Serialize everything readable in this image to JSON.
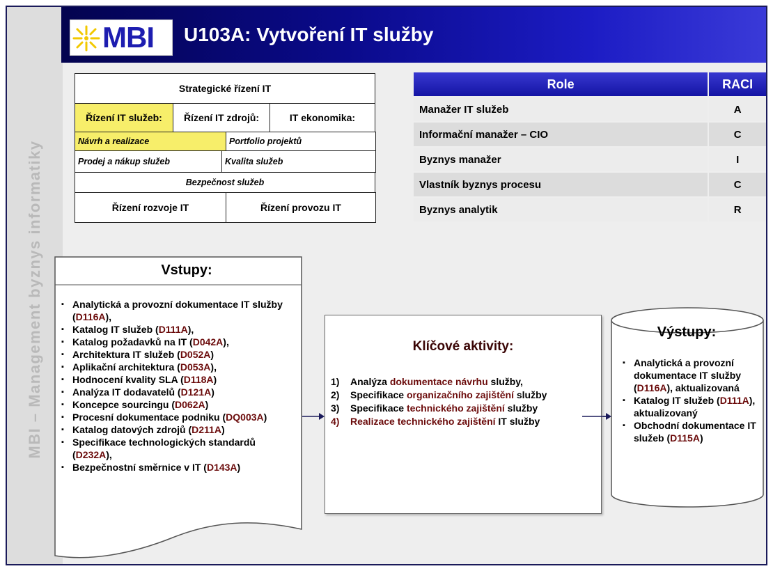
{
  "sidebar": {
    "text": "MBI – Management byznys informatiky"
  },
  "header": {
    "logo_text": "MBI",
    "title": "U103A: Vytvoření IT služby"
  },
  "process_map": {
    "strategic": "Strategické řízení IT",
    "rizeni_sluzeb": "Řízení IT služeb:",
    "rizeni_zdroju": "Řízení IT zdrojů:",
    "it_ekonomika": "IT ekonomika:",
    "navrh": "Návrh a realizace",
    "portfolio": "Portfolio projektů",
    "prodej": "Prodej a nákup služeb",
    "kvalita": "Kvalita služeb",
    "bezpecnost": "Bezpečnost služeb",
    "rozvoj": "Řízení rozvoje IT",
    "provoz": "Řízení provozu IT"
  },
  "raci": {
    "header_role": "Role",
    "header_raci": "RACI",
    "rows": [
      {
        "role": "Manažer IT služeb",
        "raci": "A"
      },
      {
        "role": "Informační manažer – CIO",
        "raci": "C"
      },
      {
        "role": "Byznys manažer",
        "raci": "I"
      },
      {
        "role": "Vlastník byznys procesu",
        "raci": "C"
      },
      {
        "role": "Byznys analytik",
        "raci": "R"
      }
    ]
  },
  "inputs": {
    "title": "Vstupy:",
    "items": [
      {
        "text": "Analytická  a provozní dokumentace IT služby (",
        "code": "D116A",
        "suffix": "),"
      },
      {
        "text": "Katalog IT služeb (",
        "code": "D111A",
        "suffix": "),"
      },
      {
        "text": "Katalog požadavků na IT (",
        "code": "D042A",
        "suffix": "),"
      },
      {
        "text": "Architektura IT služeb (",
        "code": "D052A",
        "suffix": ")"
      },
      {
        "text": "Aplikační  architektura (",
        "code": "D053A",
        "suffix": "),"
      },
      {
        "text": "Hodnocení kvality SLA (",
        "code": "D118A",
        "suffix": ")"
      },
      {
        "text": "Analýza IT dodavatelů (",
        "code": "D121A",
        "suffix": ")"
      },
      {
        "text": "Koncepce sourcingu (",
        "code": "D062A",
        "suffix": ")"
      },
      {
        "text": "Procesní dokumentace podniku (",
        "code": "DQ003A",
        "suffix": ")"
      },
      {
        "text": "Katalog datových zdrojů (",
        "code": "D211A",
        "suffix": ")"
      },
      {
        "text": "Specifikace technologických standardů (",
        "code": "D232A",
        "suffix": "),"
      },
      {
        "text": "Bezpečnostní směrnice v IT (",
        "code": "D143A",
        "suffix": ")"
      }
    ]
  },
  "activities": {
    "title": "Klíčové aktivity:",
    "items": [
      {
        "num": "1)",
        "pre": "Analýza ",
        "hl": " dokumentace návrhu",
        "post": " služby,"
      },
      {
        "num": "2)",
        "pre": "Specifikace ",
        "hl": "organizačního zajištění",
        "post": " služby"
      },
      {
        "num": "3)",
        "pre": "Specifikace ",
        "hl": "technického zajištění",
        "post": " služby"
      },
      {
        "num": "4)",
        "pre": "",
        "hl": "Realizace technického zajištění",
        "post": " IT služby"
      }
    ]
  },
  "outputs": {
    "title": "Výstupy:",
    "items": [
      {
        "text": "Analytická  a provozní dokumentace IT služby (",
        "code": "D116A",
        "suffix": "), aktualizovaná"
      },
      {
        "text": "Katalog IT služeb (",
        "code": "D111A",
        "suffix": "), aktualizovaný"
      },
      {
        "text": "Obchodní dokumentace IT služeb (",
        "code": "D115A",
        "suffix": ")"
      }
    ]
  },
  "colors": {
    "header_dark": "#03034f",
    "header_bright": "#3a3ad8",
    "highlight_yellow": "#f7ee6a",
    "code_red": "#6b0b0b",
    "arrow": "#1a1a5a"
  }
}
